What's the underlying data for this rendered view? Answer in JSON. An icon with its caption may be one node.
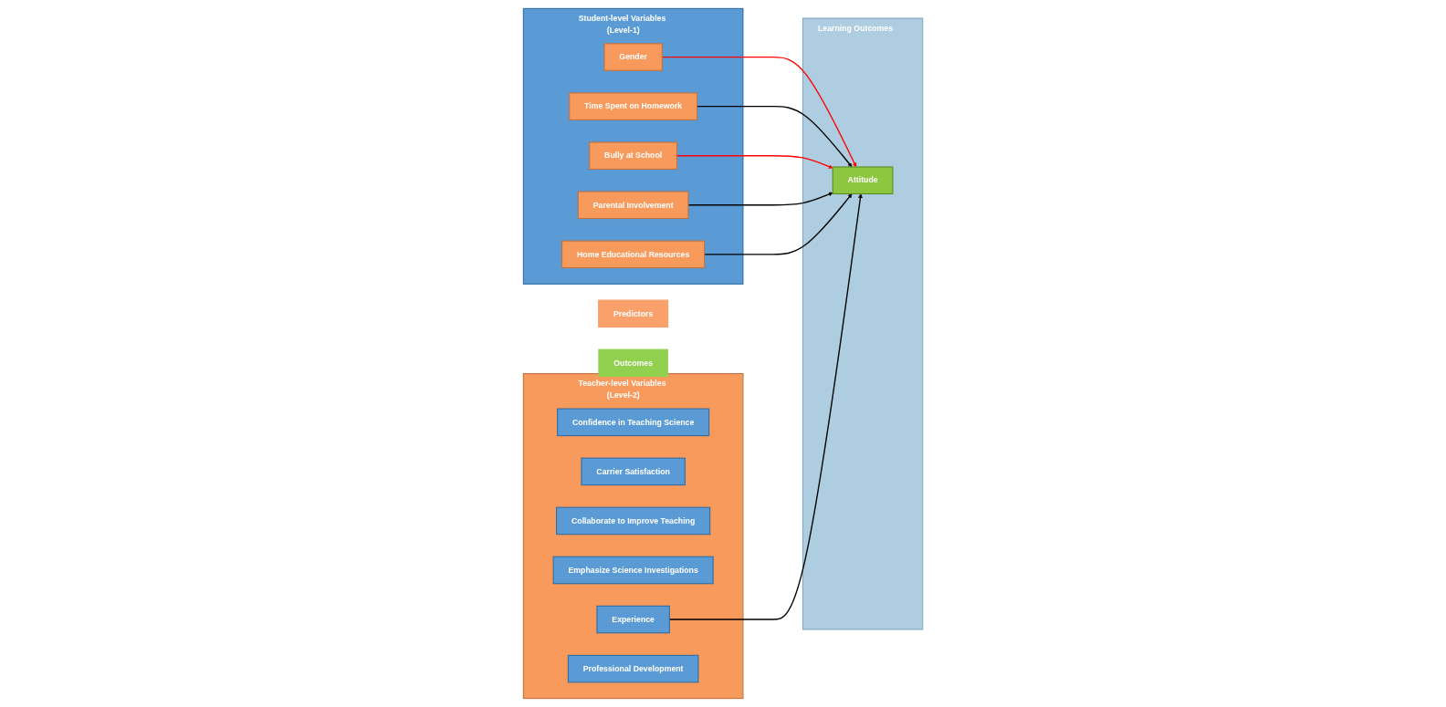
{
  "diagram": {
    "nodes": [
      {
        "text": [
          "Predictors"
        ]
      },
      {
        "text": [
          "Outcomes"
        ]
      },
      {
        "text": [
          "Teacher-level Variables (Level-2)"
        ]
      },
      {
        "text": [
          "Confidence in Teaching Science"
        ],
        "in": 2
      },
      {
        "text": [
          "Carrier Satisfaction"
        ],
        "in": 2
      },
      {
        "text": [
          "Collaborate to Improve Teaching"
        ],
        "in": 2
      },
      {
        "text": [
          "Emphasize Science Investigations"
        ],
        "in": 2
      },
      {
        "text": [
          "Experience"
        ],
        "in": 2
      },
      {
        "text": [
          "Professional Development"
        ],
        "in": 2
      },
      {
        "text": [
          "Student-level Variables (Level-1)"
        ]
      },
      {
        "text": [
          "Gender"
        ],
        "in": 9
      },
      {
        "text": [
          "Time Spent on Homework"
        ],
        "in": 9
      },
      {
        "text": [
          "Bully at School"
        ],
        "in": 9
      },
      {
        "text": [
          "Parental Involvement"
        ],
        "in": 9
      },
      {
        "text": [
          "Home Educational Resources"
        ],
        "in": 9
      },
      {
        "text": [
          "Learning Outcomes"
        ]
      },
      {
        "text": [
          "Attitude"
        ],
        "in": 15
      }
    ],
    "edges": [
      {
        "from": 10,
        "to": 16,
        "arrow": "to",
        "color": "#ff0000"
      },
      {
        "from": 11,
        "to": 16,
        "arrow": "to"
      },
      {
        "from": 12,
        "to": 16,
        "arrow": "to",
        "color": "#ff0000"
      },
      {
        "from": 13,
        "to": 16,
        "arrow": "to"
      },
      {
        "from": 14,
        "to": 16,
        "arrow": "to"
      },
      {
        "from": 7,
        "to": 16,
        "arrow": "to"
      }
    ]
  }
}
